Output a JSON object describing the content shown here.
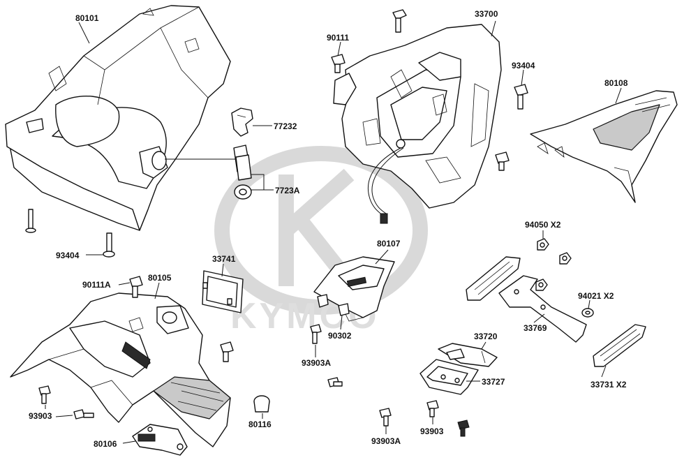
{
  "watermark": {
    "brand": "KYMCO"
  },
  "labels": {
    "l80101": "80101",
    "l77232": "77232",
    "l7723A": "7723A",
    "l93404a": "93404",
    "l93404b": "93404",
    "l90111": "90111",
    "l33700": "33700",
    "l80108": "80108",
    "l33741": "33741",
    "l80107": "80107",
    "l90111A": "90111A",
    "l80105": "80105",
    "l94050": "94050 X2",
    "l94021": "94021 X2",
    "l33769": "33769",
    "l90302": "90302",
    "l93903Aa": "93903A",
    "l93903Ab": "93903A",
    "l33720": "33720",
    "l33727": "33727",
    "l33731": "33731 X2",
    "l93903a": "93903",
    "l93903b": "93903",
    "l80116": "80116",
    "l80106": "80106"
  }
}
